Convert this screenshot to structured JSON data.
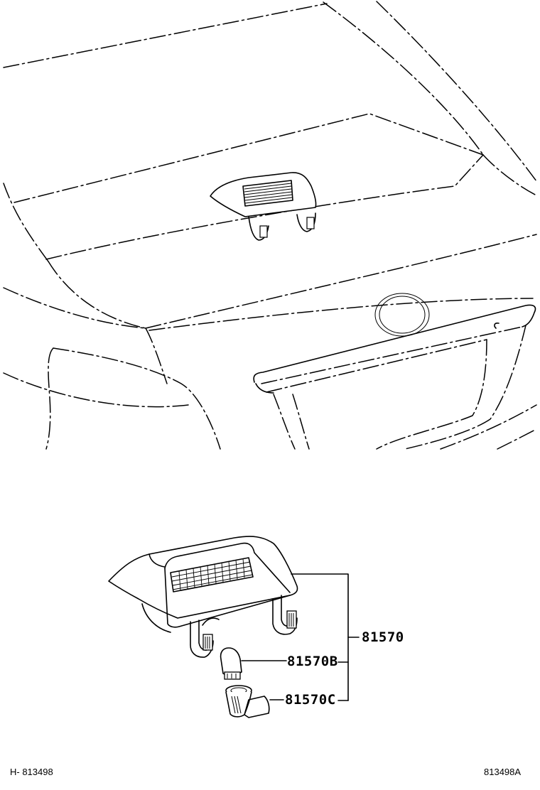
{
  "diagram": {
    "type": "parts-exploded-view",
    "subject": "High mount stop lamp assembly on rear trunk lid",
    "callouts": [
      {
        "id": "assembly",
        "label": "81570"
      },
      {
        "id": "bulb",
        "label": "81570B"
      },
      {
        "id": "socket",
        "label": "81570C"
      }
    ],
    "footer": {
      "left_code": "H- 813498",
      "right_code": "813498A"
    }
  }
}
